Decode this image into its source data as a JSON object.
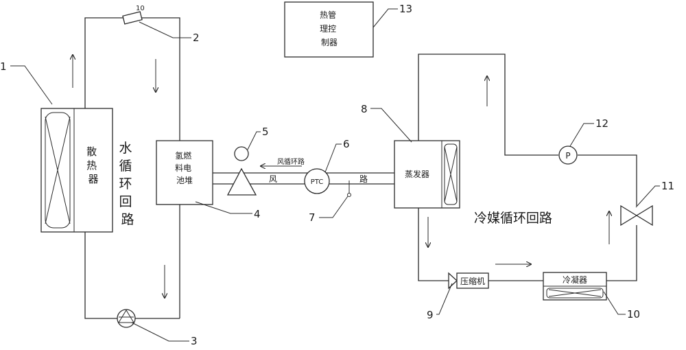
{
  "labels": {
    "radiator": "散热器",
    "water_loop": "水循环回路",
    "fuel_cell": [
      "氢燃",
      "料电",
      "池堆"
    ],
    "air_loop_small": "风循环路",
    "air_left": "风",
    "air_right": "路",
    "ptc": "PTC",
    "evaporator": "蒸发器",
    "refrigerant_loop": "冷媒循环回路",
    "compressor": "压缩机",
    "condenser": "冷凝器",
    "controller": [
      "热管",
      "理控",
      "制器"
    ],
    "pump_p": "P",
    "sensor_tag": "10"
  },
  "callouts": [
    "1",
    "2",
    "3",
    "4",
    "5",
    "6",
    "7",
    "8",
    "9",
    "10",
    "11",
    "12",
    "13"
  ]
}
